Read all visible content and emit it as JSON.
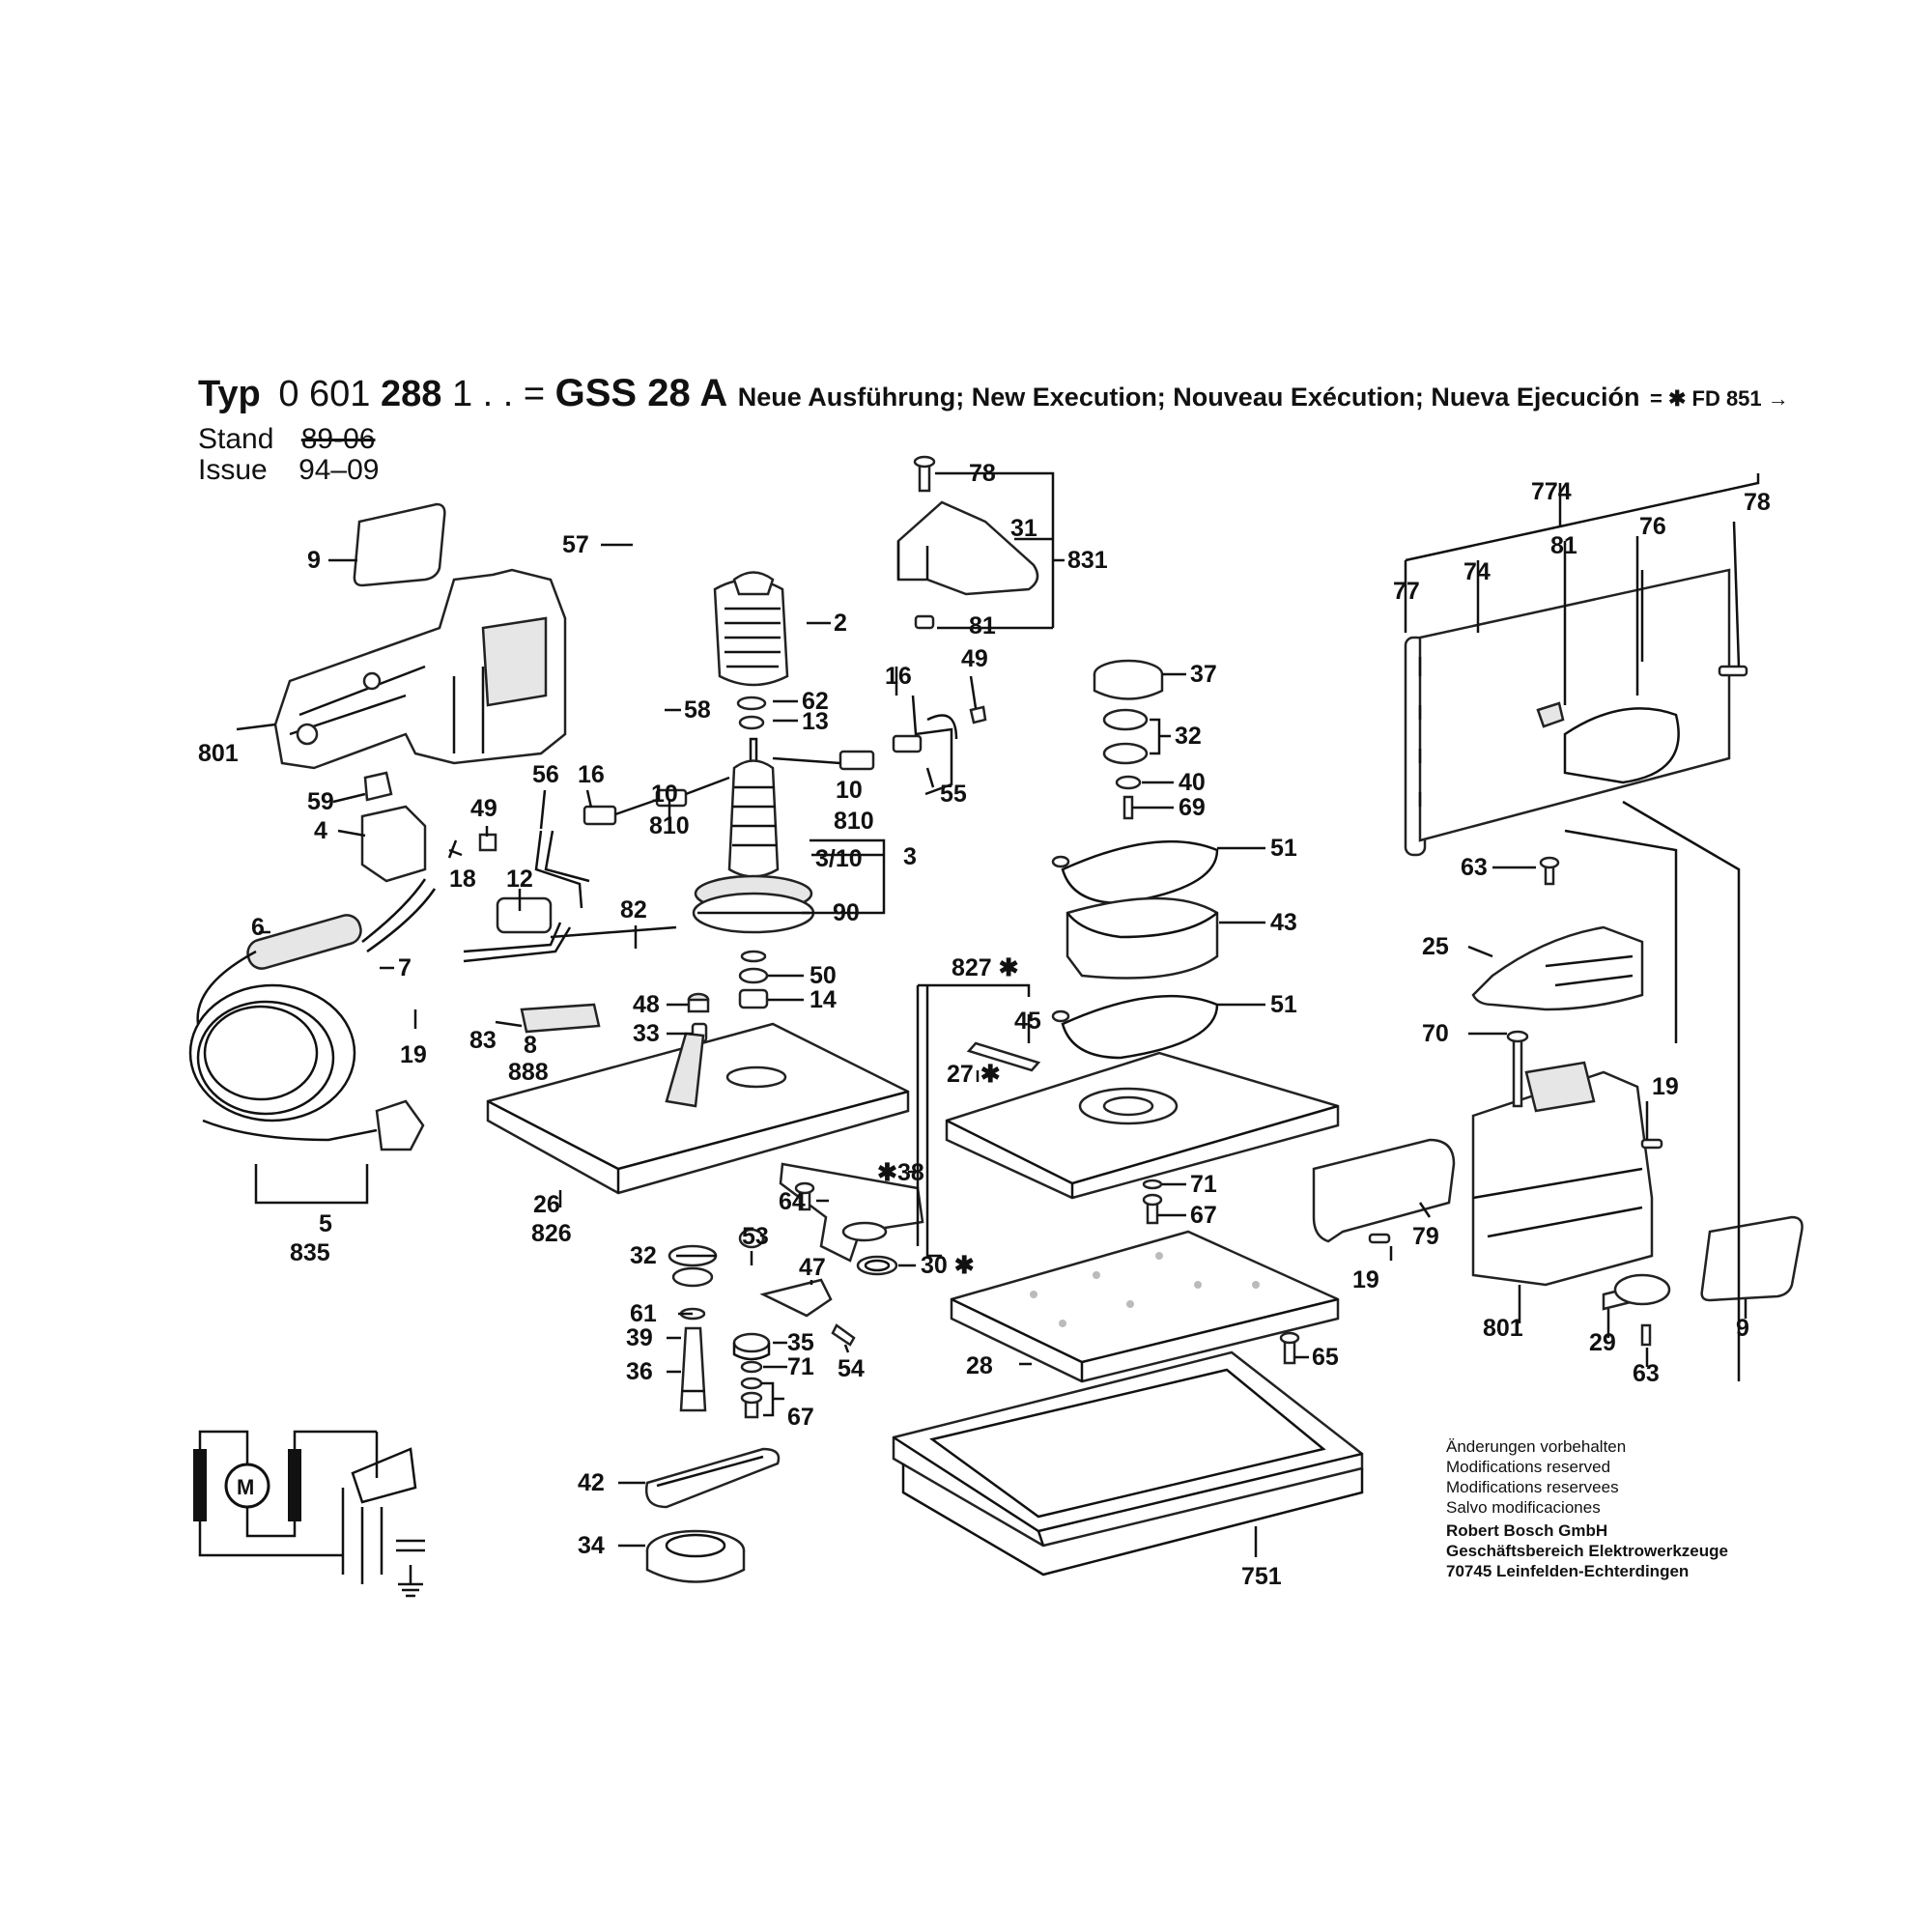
{
  "header": {
    "typ_label": "Typ",
    "typ_number": "0 601",
    "typ_number_bold": "288",
    "typ_suffix": "1 . . =",
    "model": "GSS 28 A",
    "execution": "Neue Ausführung; New Execution; Nouveau Exécution; Nueva Ejecución",
    "fd_ref": "= ✱ FD 851 →",
    "stand_label": "Stand",
    "stand_value": "89-06",
    "issue_label": "Issue",
    "issue_value": "94–09"
  },
  "notes": {
    "line1": "Änderungen vorbehalten",
    "line2": "Modifications reserved",
    "line3": "Modifications reservees",
    "line4": "Salvo modificaciones",
    "company": "Robert Bosch GmbH",
    "division": "Geschäftsbereich Elektrowerkzeuge",
    "address": "70745 Leinfelden-Echterdingen"
  },
  "callouts": {
    "c9a": "9",
    "c57": "57",
    "c2": "2",
    "c58": "58",
    "c62": "62",
    "c13": "13",
    "c801a": "801",
    "c59": "59",
    "c4": "4",
    "c18": "18",
    "c56": "56",
    "c16a": "16",
    "c49a": "49",
    "c10a": "10",
    "c810a": "810",
    "c3_10": "3/10",
    "c3": "3",
    "c90": "90",
    "c12": "12",
    "c82": "82",
    "c16b": "16",
    "c49b": "49",
    "c10b": "10",
    "c810b": "810",
    "c55": "55",
    "c6": "6",
    "c7": "7",
    "c19a": "19",
    "c83": "83",
    "c8": "8",
    "c888": "888",
    "c48": "48",
    "c50": "50",
    "c33": "33",
    "c14": "14",
    "c26": "26",
    "c826": "826",
    "c5": "5",
    "c835": "835",
    "c78a": "78",
    "c31": "31",
    "c831": "831",
    "c81a": "81",
    "c37": "37",
    "c32a": "32",
    "c40": "40",
    "c69": "69",
    "c51a": "51",
    "c43": "43",
    "c51b": "51",
    "c827": "827 ✱",
    "c45": "45",
    "c27": "27 ✱",
    "c38": "✱38",
    "c64": "64",
    "c30": "30 ✱",
    "c71a": "71",
    "c67a": "67",
    "c32b": "32",
    "c53": "53",
    "c47": "47",
    "c61": "61",
    "c39": "39",
    "c35": "35",
    "c54": "54",
    "c36": "36",
    "c71b": "71",
    "c67b": "67",
    "c42": "42",
    "c34": "34",
    "c28": "28",
    "c65": "65",
    "c751": "751",
    "c774": "774",
    "c78b": "78",
    "c81b": "81",
    "c76": "76",
    "c77": "77",
    "c74": "74",
    "c63a": "63",
    "c25": "25",
    "c70": "70",
    "c19b": "19",
    "c79": "79",
    "c19c": "19",
    "c801b": "801",
    "c29": "29",
    "c63b": "63",
    "c9b": "9"
  },
  "colors": {
    "ink": "#111111",
    "paper": "#ffffff",
    "shade": "#e6e6e6"
  }
}
